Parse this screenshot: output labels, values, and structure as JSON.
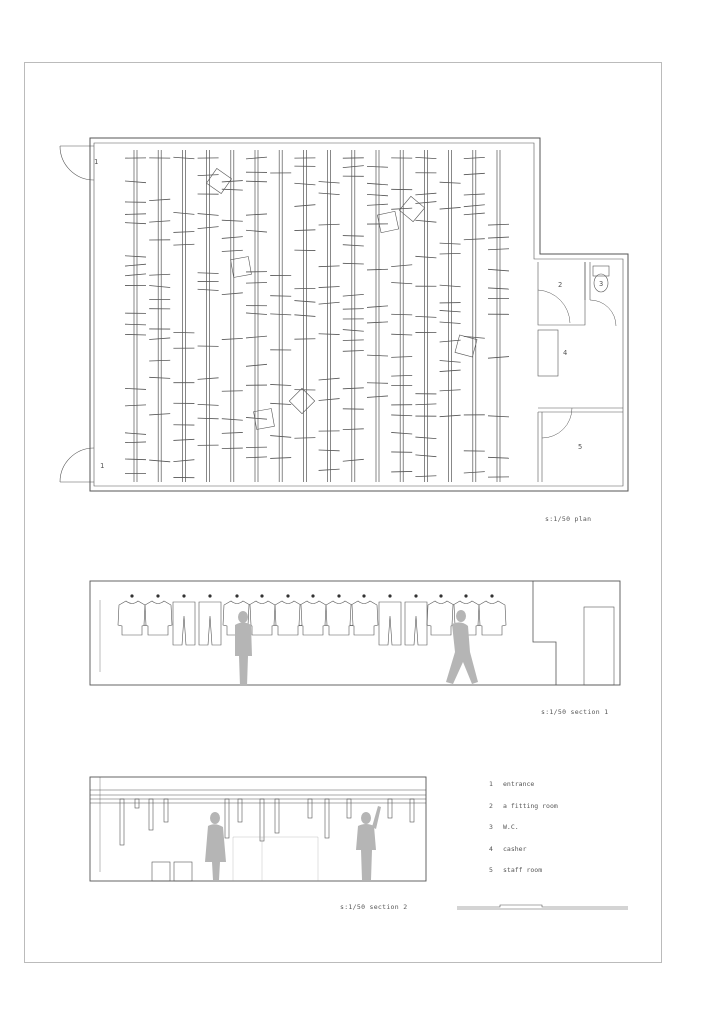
{
  "plan": {
    "caption": "s:1/50   plan",
    "room_numbers": [
      "1",
      "1",
      "2",
      "3",
      "4",
      "5"
    ]
  },
  "section1": {
    "caption": "s:1/50   section 1"
  },
  "section2": {
    "caption": "s:1/50   section 2"
  },
  "legend": [
    {
      "num": "1",
      "label": "entrance"
    },
    {
      "num": "2",
      "label": "a fitting room"
    },
    {
      "num": "3",
      "label": "W.C."
    },
    {
      "num": "4",
      "label": "casher"
    },
    {
      "num": "5",
      "label": "staff room"
    }
  ],
  "colors": {
    "line": "#555555",
    "sheet_border": "#bbbbbb",
    "figure": "#b5b5b5"
  }
}
